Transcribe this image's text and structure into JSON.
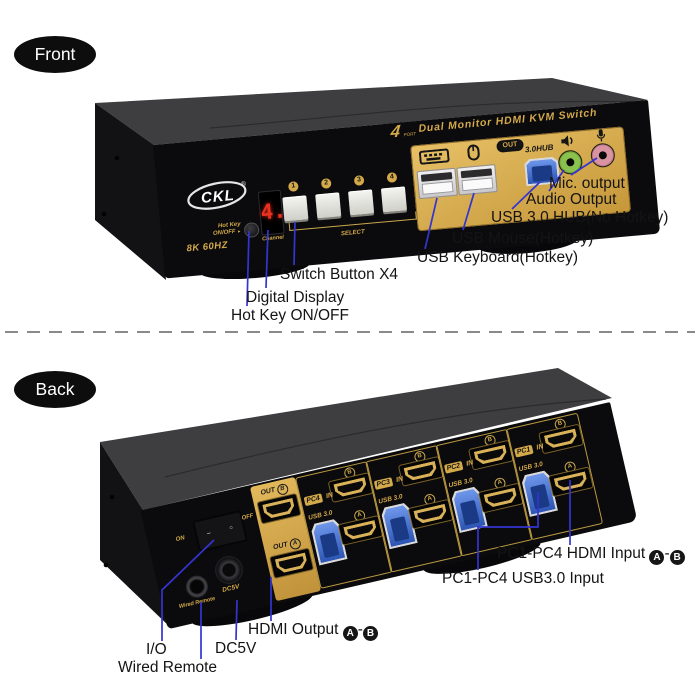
{
  "colors": {
    "callout_blue": "#3434d1",
    "accent_gold": "#d4a94a",
    "panel_black": "#0b0b0d",
    "body_gray": "#3e3e41",
    "usb3_blue": "#2c55b4",
    "audio_green": "#8bc24d",
    "mic_pink": "#da93a3",
    "display_red": "#e8311f"
  },
  "front": {
    "badge_label": "Front",
    "banner": {
      "number": "4",
      "port_word": "PORT",
      "title": "Dual Monitor HDMI KVM Switch"
    },
    "logo": {
      "text": "CKL",
      "reg": "®"
    },
    "hotkey": {
      "line1": "Hot Key",
      "line2": "ON/OFF",
      "arrow": "►"
    },
    "display": {
      "value": "4.",
      "caption": "Channel"
    },
    "select": {
      "caption": "SELECT",
      "numbers": [
        "1",
        "2",
        "3",
        "4"
      ]
    },
    "spec": "8K 60HZ",
    "gold_panel": {
      "out_badge": "OUT",
      "hub_label": "3.0HUB"
    },
    "callouts": {
      "mic": "Mic. output",
      "audio": "Audio Output",
      "hub": "USB 3.0 HUB(No Hotkey)",
      "mouse": "USB Mouse(Hotkey)",
      "keyboard": "USB Keyboard(Hotkey)",
      "switch_btn": "Switch Button X4",
      "display": "Digital Display",
      "hotkey": "Hot Key ON/OFF"
    }
  },
  "back": {
    "badge_label": "Back",
    "power": {
      "on": "ON",
      "off": "OFF"
    },
    "out_section": {
      "label_b": "OUT",
      "letter_b": "B",
      "label_a": "OUT",
      "letter_a": "A"
    },
    "pc_sections": [
      {
        "label": "PC4",
        "in_label": "IN",
        "usb_label": "USB 3.0",
        "a": "A",
        "b": "B"
      },
      {
        "label": "PC3",
        "in_label": "IN",
        "usb_label": "USB 3.0",
        "a": "A",
        "b": "B"
      },
      {
        "label": "PC2",
        "in_label": "IN",
        "usb_label": "USB 3.0",
        "a": "A",
        "b": "B"
      },
      {
        "label": "PC1",
        "in_label": "IN",
        "usb_label": "USB 3.0",
        "a": "A",
        "b": "B"
      }
    ],
    "device_labels": {
      "wired_remote": "Wired Remote",
      "dc": "DC5V"
    },
    "callouts": {
      "hdmi_input": "PC1-PC4 HDMI Input",
      "usb_input": "PC1-PC4 USB3.0 Input",
      "hdmi_output": "HDMI Output",
      "io": "I/O",
      "dc": "DC5V",
      "wired_remote": "Wired Remote",
      "a": "A",
      "b": "B",
      "dash": "-"
    }
  }
}
